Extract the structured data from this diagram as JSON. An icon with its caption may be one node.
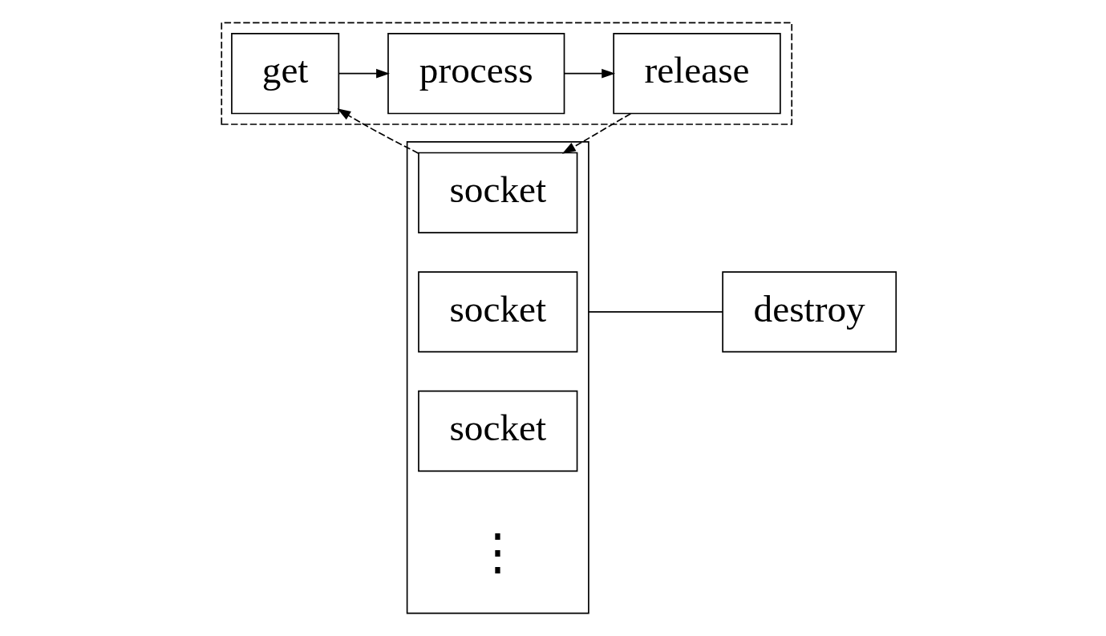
{
  "diagram": {
    "nodes": [
      {
        "text": [],
        "shape": "box"
      },
      {
        "text": [
          "get"
        ],
        "in": 0
      },
      {
        "text": [
          "process"
        ],
        "in": 0
      },
      {
        "text": [
          "release"
        ],
        "in": 0
      },
      {
        "text": [],
        "shape": "box"
      },
      {
        "text": [
          "socket"
        ],
        "in": 4
      },
      {
        "text": [
          "socket"
        ],
        "in": 4
      },
      {
        "text": [
          "socket"
        ],
        "in": 4
      },
      {
        "text": [
          "destroy"
        ]
      }
    ],
    "edges": [
      {
        "from": 1,
        "to": 2,
        "arrow": "to"
      },
      {
        "from": 2,
        "to": 3,
        "arrow": "to"
      },
      {
        "from": 3,
        "to": 5,
        "arrow": "to",
        "style": "dashed"
      },
      {
        "from": 5,
        "to": 1,
        "arrow": "to",
        "style": "dashed"
      },
      {
        "from": 4,
        "to": 8,
        "arrow": "none"
      }
    ],
    "labels": [
      "⋮"
    ]
  }
}
